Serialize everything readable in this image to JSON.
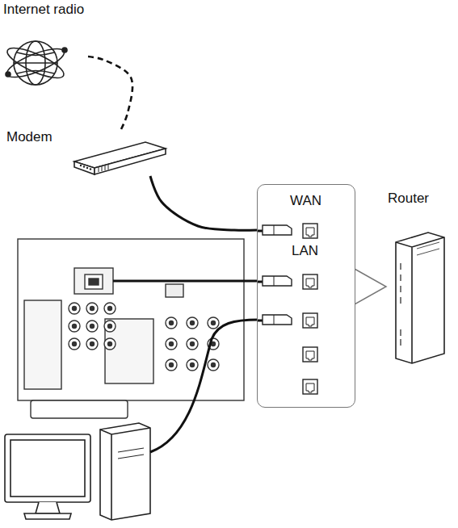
{
  "diagram": {
    "nodes": [
      {
        "text": [
          "Internet radio"
        ]
      },
      {
        "text": [
          "Modem"
        ]
      },
      {
        "text": [
          "WAN",
          "LAN"
        ]
      },
      {
        "text": [
          "Router"
        ]
      }
    ],
    "edges": [
      {
        "from": 0,
        "to": 1,
        "arrow": "none"
      },
      {
        "from": 1,
        "to": 2,
        "arrow": "none"
      }
    ]
  }
}
